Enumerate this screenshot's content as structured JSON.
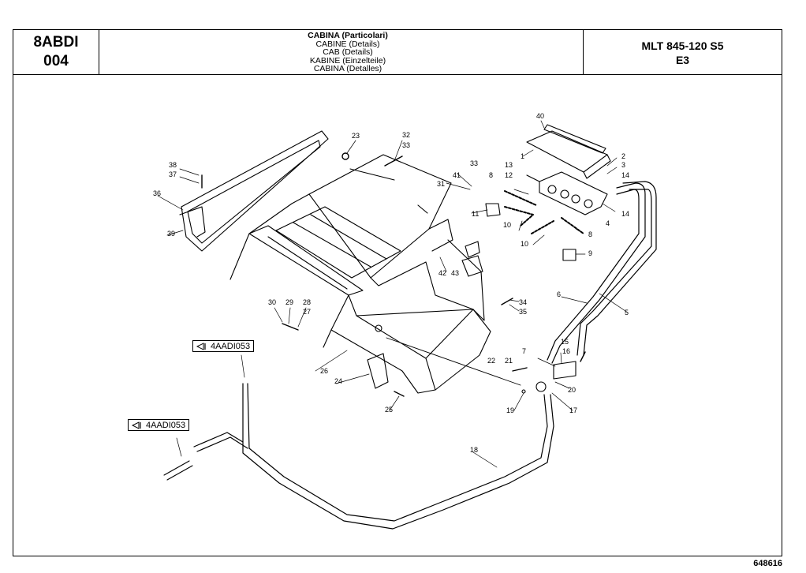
{
  "header": {
    "code_line1": "8ABDI",
    "code_line2": "004",
    "title_lines": [
      "CABINA (Particolari)",
      "CABINE (Details)",
      "CAB (Details)",
      "KABINE (Einzelteile)",
      "CABINA (Detalles)"
    ],
    "model_line1": "MLT 845-120 S5",
    "model_line2": "E3"
  },
  "references": [
    "4AADI053",
    "4AADI053"
  ],
  "document_number": "648616",
  "callouts": [
    "1",
    "2",
    "3",
    "4",
    "5",
    "6",
    "7",
    "8",
    "8",
    "9",
    "10",
    "10",
    "11",
    "12",
    "13",
    "14",
    "14",
    "15",
    "16",
    "17",
    "18",
    "19",
    "20",
    "21",
    "22",
    "23",
    "24",
    "25",
    "26",
    "27",
    "28",
    "29",
    "30",
    "31",
    "32",
    "33",
    "33",
    "34",
    "35",
    "36",
    "37",
    "38",
    "39",
    "40",
    "41",
    "42",
    "43"
  ]
}
